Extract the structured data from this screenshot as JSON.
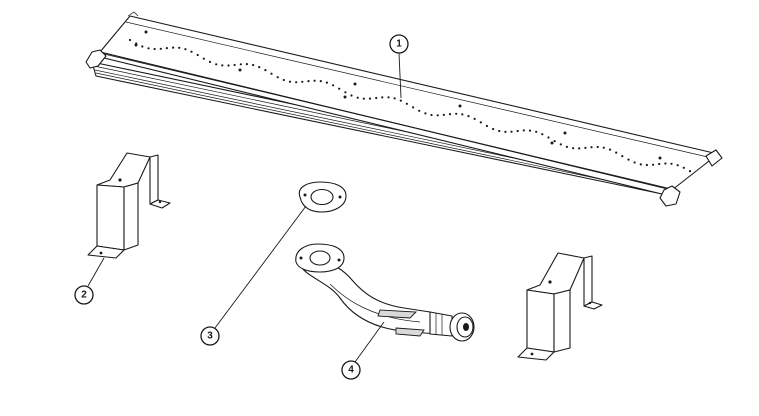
{
  "diagram": {
    "callouts": [
      {
        "id": "callout-1",
        "label": "1"
      },
      {
        "id": "callout-2",
        "label": "2"
      },
      {
        "id": "callout-3",
        "label": "3"
      },
      {
        "id": "callout-4",
        "label": "4"
      }
    ]
  }
}
